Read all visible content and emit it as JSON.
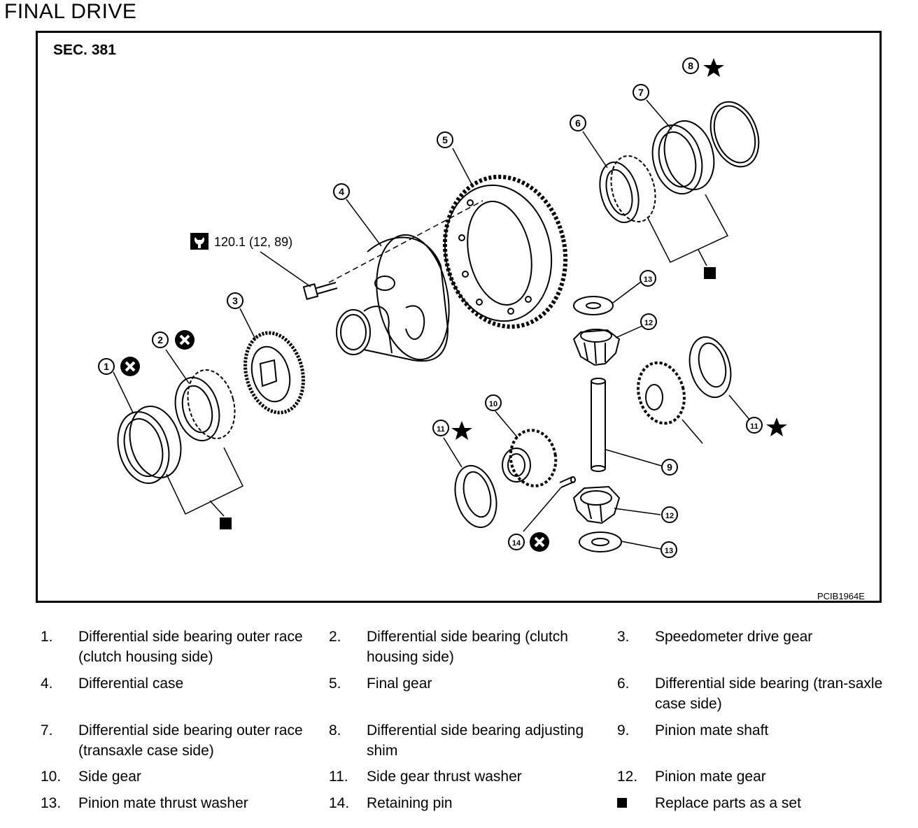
{
  "title": "FINAL DRIVE",
  "section": "SEC. 381",
  "figure_code": "PCIB1964E",
  "torque": "120.1 (12, 89)",
  "callouts": [
    "1",
    "2",
    "3",
    "4",
    "5",
    "6",
    "7",
    "8",
    "9",
    "10",
    "11",
    "11",
    "12",
    "12",
    "13",
    "13",
    "14"
  ],
  "legend": [
    {
      "num": "1.",
      "text": "Differential side bearing outer race (clutch housing side)"
    },
    {
      "num": "2.",
      "text": "Differential side bearing (clutch housing side)"
    },
    {
      "num": "3.",
      "text": "Speedometer drive gear"
    },
    {
      "num": "4.",
      "text": "Differential case"
    },
    {
      "num": "5.",
      "text": "Final gear"
    },
    {
      "num": "6.",
      "text": "Differential side bearing (tran-saxle case side)"
    },
    {
      "num": "7.",
      "text": "Differential side bearing outer race (transaxle case side)"
    },
    {
      "num": "8.",
      "text": "Differential side bearing adjusting shim"
    },
    {
      "num": "9.",
      "text": "Pinion mate shaft"
    },
    {
      "num": "10.",
      "text": "Side gear"
    },
    {
      "num": "11.",
      "text": "Side gear thrust washer"
    },
    {
      "num": "12.",
      "text": "Pinion mate gear"
    },
    {
      "num": "13.",
      "text": "Pinion mate thrust washer"
    },
    {
      "num": "14.",
      "text": "Retaining pin"
    },
    {
      "num": "",
      "text": "Replace parts as a set"
    }
  ],
  "icons": [
    "torque-wrench-icon",
    "star-icon",
    "cross-circle-icon",
    "black-square-icon"
  ]
}
